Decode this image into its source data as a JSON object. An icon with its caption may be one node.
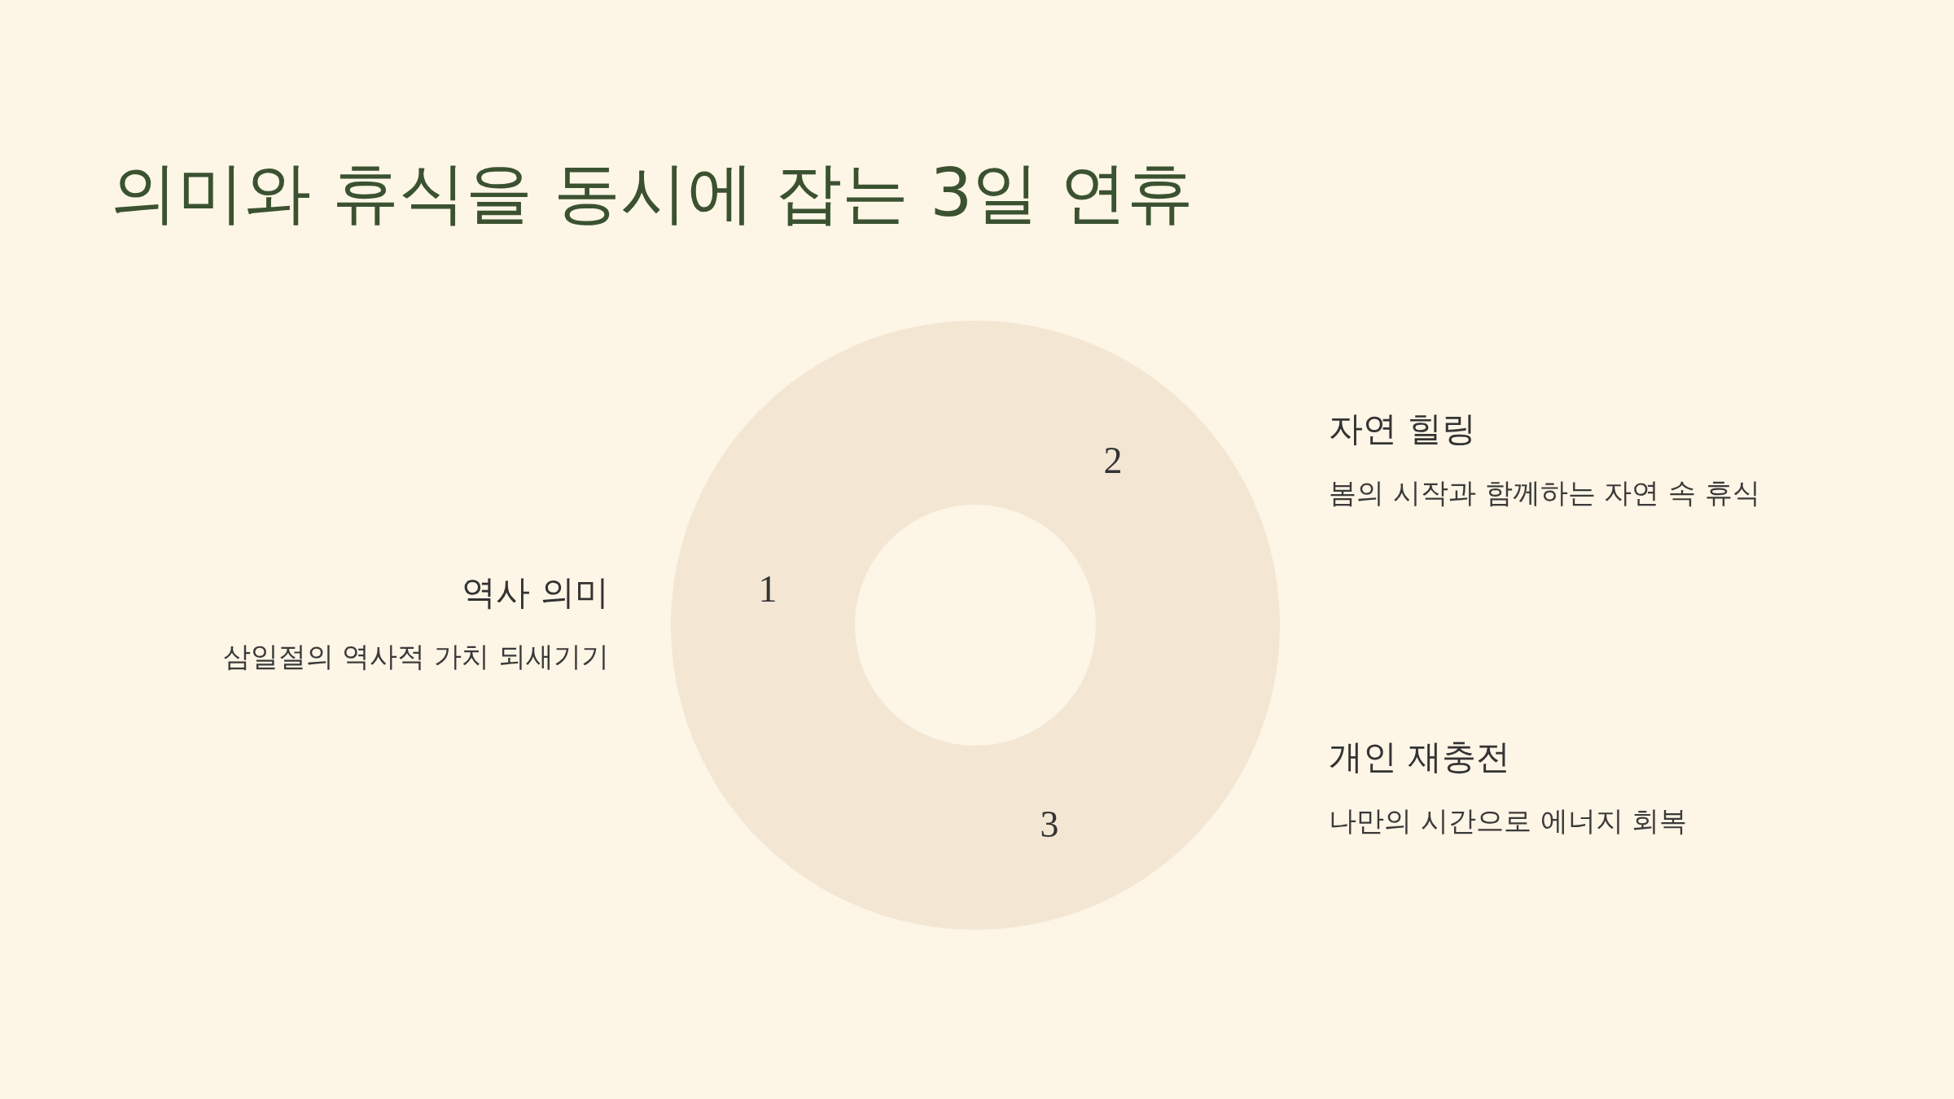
{
  "diagram": {
    "title": "의미와 휴식을 동시에 잡는 3일 연휴",
    "nodes": [
      {
        "text": [
          "1"
        ],
        "beside": [
          "역사 의미",
          "삼일절의 역사적 가치 되새기기"
        ]
      },
      {
        "text": [
          "2"
        ],
        "beside": [
          "자연 힐링",
          "봄의 시작과 함께하는 자연 속 휴식"
        ]
      },
      {
        "text": [
          "3"
        ],
        "beside": [
          "개인 재충전",
          "나만의 시간으로 에너지 회복"
        ]
      }
    ]
  }
}
